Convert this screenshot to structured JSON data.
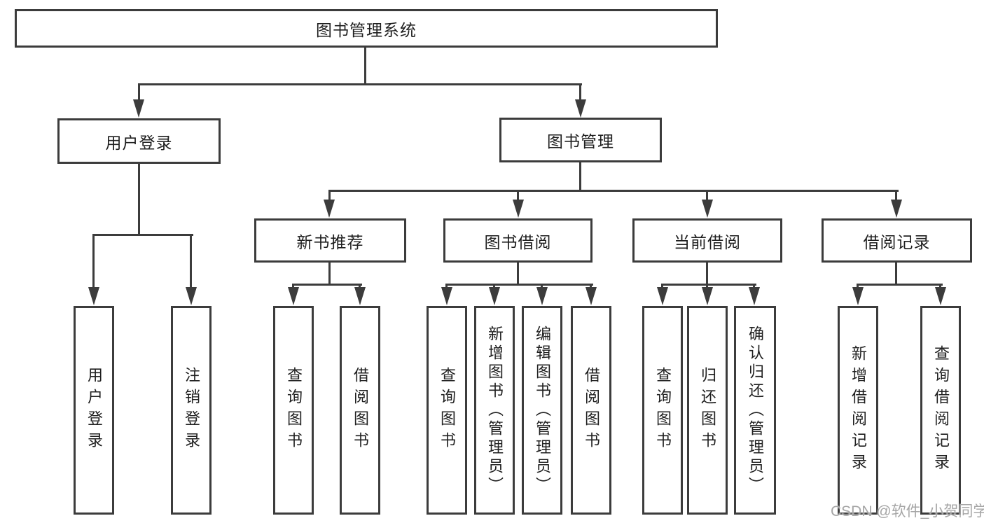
{
  "title": "图书管理系统",
  "watermark": "CSDN @软件_小贺同学",
  "colors": {
    "line": "#3c3c3c",
    "text": "#1f1f1f",
    "background": "#ffffff",
    "watermark": "#a6a6a6"
  },
  "nodes": {
    "root": "图书管理系统",
    "userLogin": "用户登录",
    "bookMgmt": "图书管理",
    "newBookRec": "新书推荐",
    "bookBorrow": "图书借阅",
    "currentBorrow": "当前借阅",
    "borrowRecord": "借阅记录",
    "leafUserLogin": "用户登录",
    "leafLogout": "注销登录",
    "leafQueryBookA": "查询图书",
    "leafBorrowBookA": "借阅图书",
    "leafQueryBookB": "查询图书",
    "leafAddBook": "新增图书（管理员）",
    "leafEditBook": "编辑图书（管理员）",
    "leafBorrowBookB": "借阅图书",
    "leafQueryBookC": "查询图书",
    "leafReturnBook": "归还图书",
    "leafConfirmReturn": "确认归还（管理员）",
    "leafAddBorrowRecord": "新增借阅记录",
    "leafQueryBorrowRecord": "查询借阅记录"
  }
}
